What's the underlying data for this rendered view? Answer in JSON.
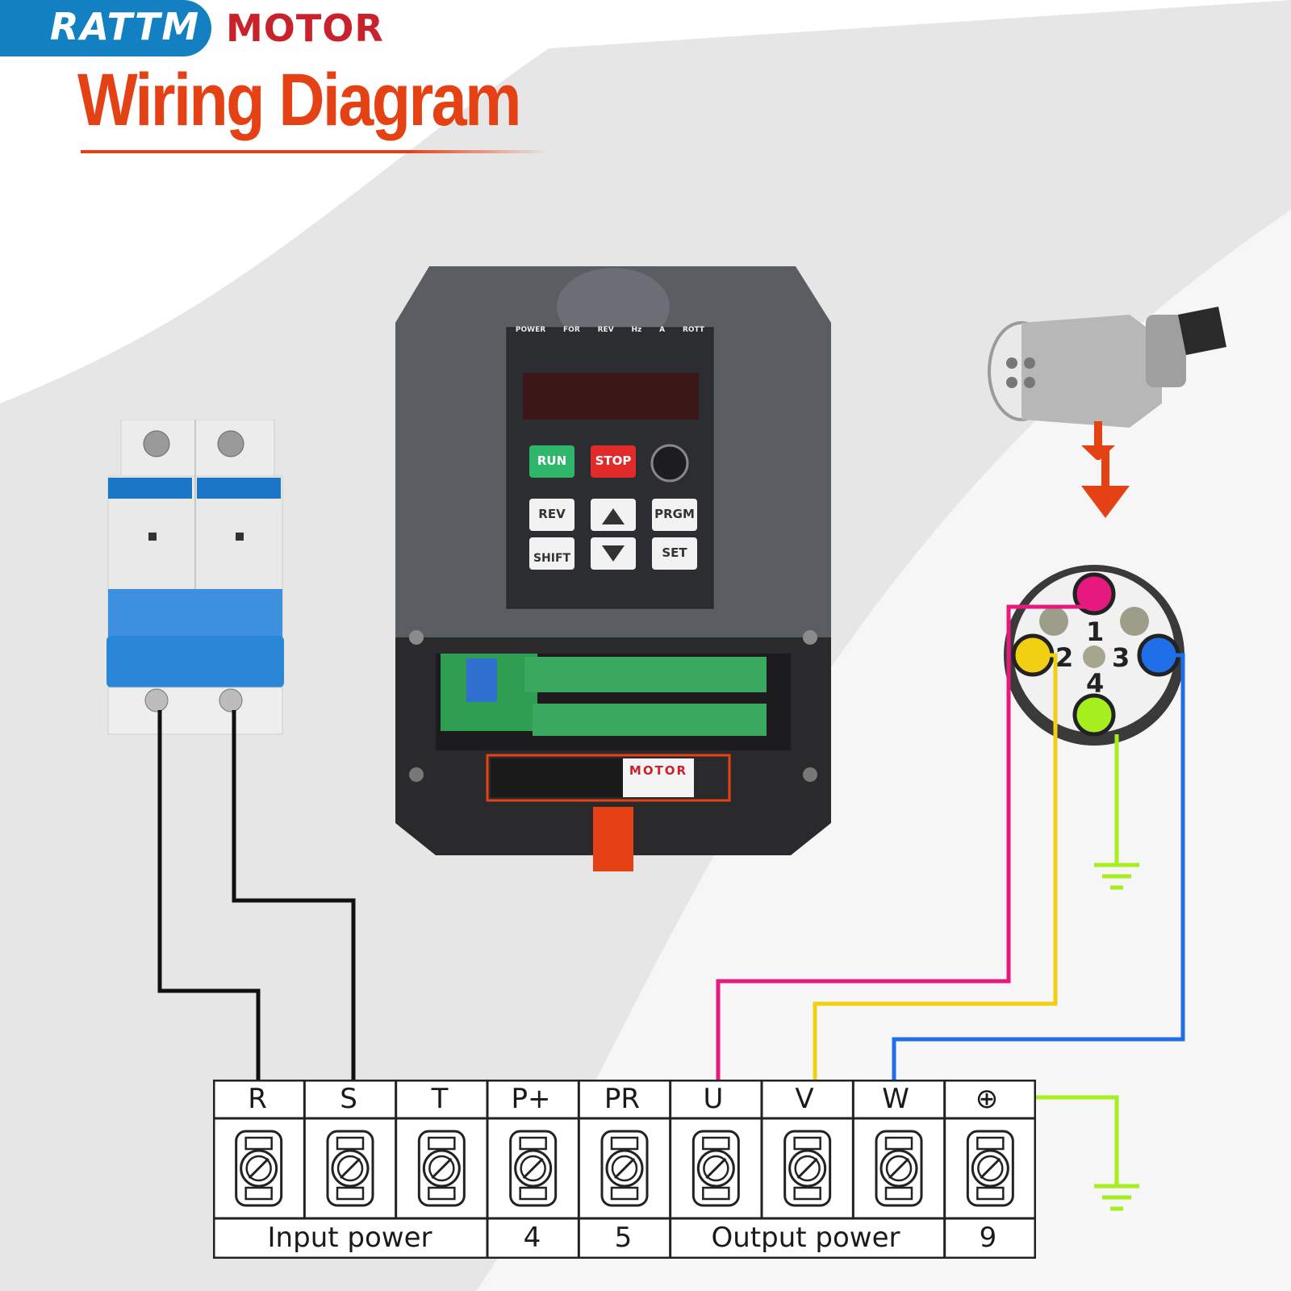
{
  "brand": {
    "name": "RATTM",
    "suffix": "MOTOR"
  },
  "title": "Wiring Diagram",
  "vfd": {
    "leds": [
      "POWER",
      "FOR",
      "REV",
      "Hz",
      "A",
      "ROTT"
    ],
    "buttons": {
      "run": "RUN",
      "stop": "STOP",
      "rev": "REV",
      "shift": "SHIFT",
      "prgm": "PRGM",
      "set": "SET"
    },
    "motor_label": "MOTOR"
  },
  "connector": {
    "pins": [
      "1",
      "2",
      "3",
      "4"
    ]
  },
  "terminals": [
    "R",
    "S",
    "T",
    "P+",
    "PR",
    "U",
    "V",
    "W",
    "⊕"
  ],
  "footer": {
    "input_power": "Input power",
    "p_plus": "4",
    "pr": "5",
    "output_power": "Output power",
    "ground": "9"
  },
  "colors": {
    "accent": "#e44115",
    "brand": "#1380c2",
    "pin1_U": "#e6197e",
    "pin2_V": "#f0d010",
    "pin3_W": "#1f6fe8",
    "pin4_ground": "#a6ee1e"
  }
}
